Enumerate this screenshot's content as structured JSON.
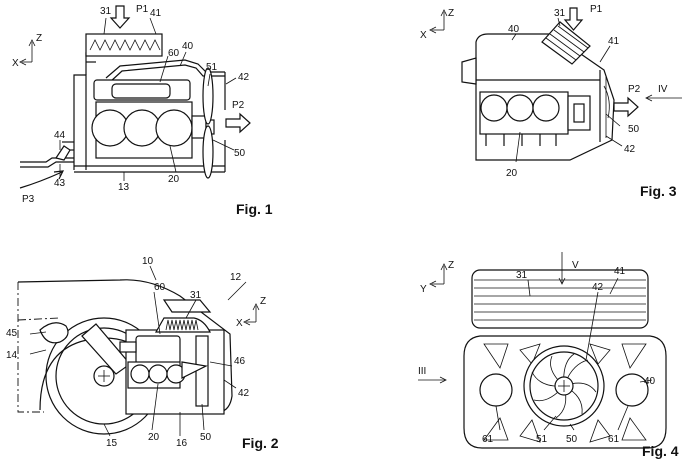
{
  "figures": [
    {
      "caption": "Fig. 1",
      "labels": [
        "31",
        "P1",
        "41",
        "Z",
        "X",
        "60",
        "40",
        "51",
        "42",
        "P2",
        "44",
        "50",
        "43",
        "13",
        "20",
        "P3"
      ]
    },
    {
      "caption": "Fig. 2",
      "labels": [
        "10",
        "12",
        "Z",
        "X",
        "60",
        "31",
        "45",
        "14",
        "46",
        "42",
        "15",
        "20",
        "16",
        "50"
      ]
    },
    {
      "caption": "Fig. 3",
      "labels": [
        "Z",
        "X",
        "31",
        "P1",
        "40",
        "41",
        "IV",
        "P2",
        "50",
        "42",
        "20"
      ]
    },
    {
      "caption": "Fig. 4",
      "labels": [
        "Z",
        "Y",
        "V",
        "31",
        "41",
        "42",
        "III",
        "40",
        "61",
        "51",
        "50",
        "61"
      ]
    }
  ]
}
